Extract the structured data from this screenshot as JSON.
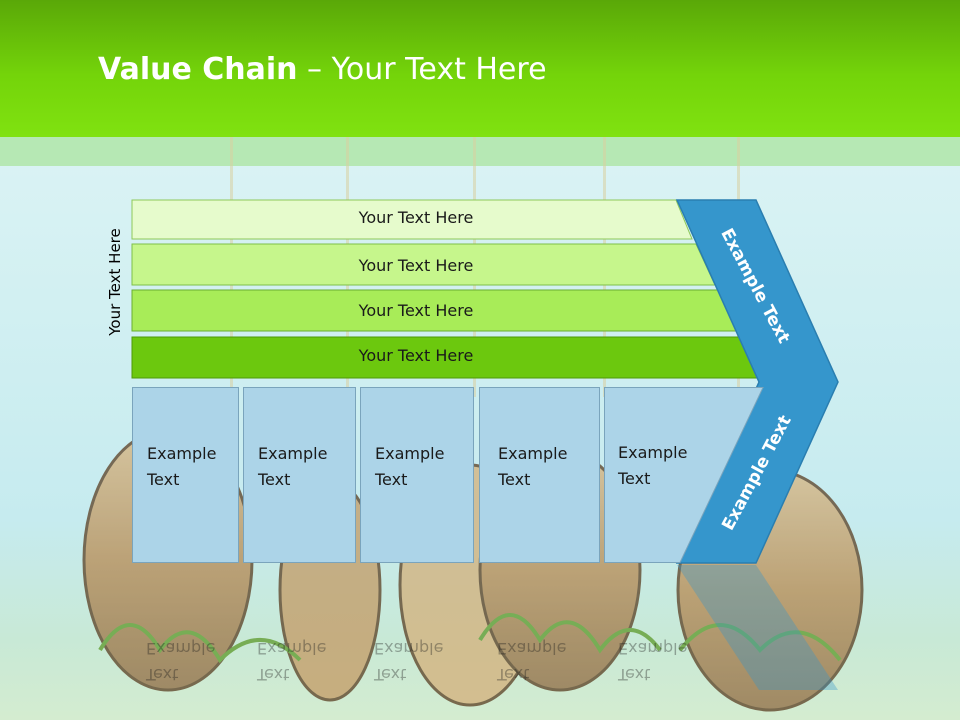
{
  "slide": {
    "title_bold": "Value Chain",
    "title_rest": " – Your Text Here",
    "vertical_label": "Your Text Here",
    "bars": [
      {
        "label": "Your Text Here",
        "color": "#e6fbcc"
      },
      {
        "label": "Your Text Here",
        "color": "#c6f68c"
      },
      {
        "label": "Your Text Here",
        "color": "#a8ec58"
      },
      {
        "label": "Your Text Here",
        "color": "#6cc80e"
      }
    ],
    "boxes": [
      {
        "line1": "Example",
        "line2": "Text"
      },
      {
        "line1": "Example",
        "line2": "Text"
      },
      {
        "line1": "Example",
        "line2": "Text"
      },
      {
        "line1": "Example",
        "line2": "Text"
      },
      {
        "line1": "Example",
        "line2": "Text"
      }
    ],
    "arrow_top_label": "Example Text",
    "arrow_bottom_label": "Example Text",
    "colors": {
      "header": "#74d40a",
      "arrow": "#3596cc",
      "box": "#acd4e8"
    }
  }
}
